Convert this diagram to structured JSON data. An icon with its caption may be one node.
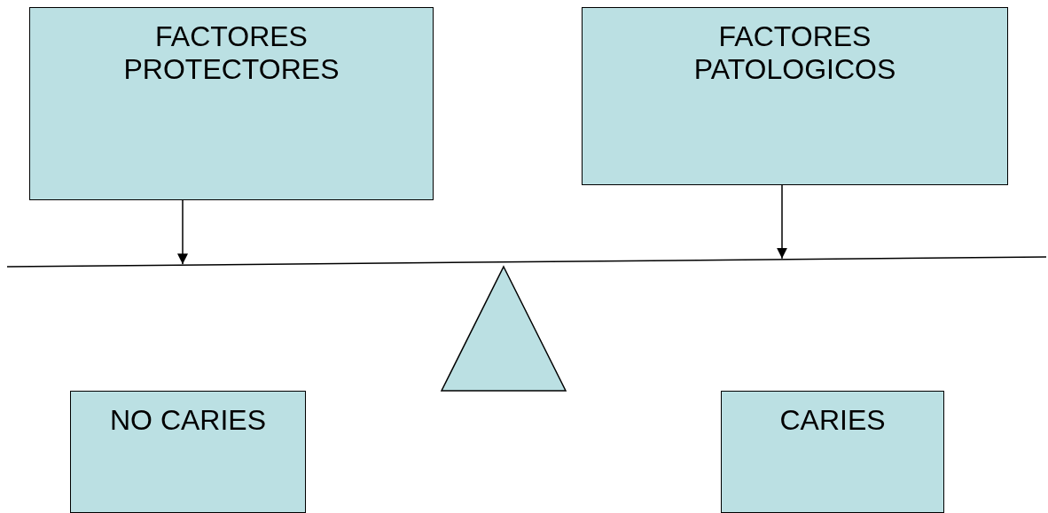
{
  "diagram": {
    "nodes": [
      {
        "text": [
          "FACTORES PROTECTORES"
        ]
      },
      {
        "text": [
          "FACTORES PATOLOGICOS"
        ]
      },
      {
        "text": [],
        "shape": "bar"
      },
      {
        "text": [],
        "shape": "triangle"
      },
      {
        "text": [
          "NO CARIES"
        ]
      },
      {
        "text": [
          "CARIES"
        ]
      }
    ],
    "edges": [
      {
        "from": 0,
        "to": 2,
        "arrow": "to"
      },
      {
        "from": 1,
        "to": 2,
        "arrow": "to"
      }
    ]
  }
}
